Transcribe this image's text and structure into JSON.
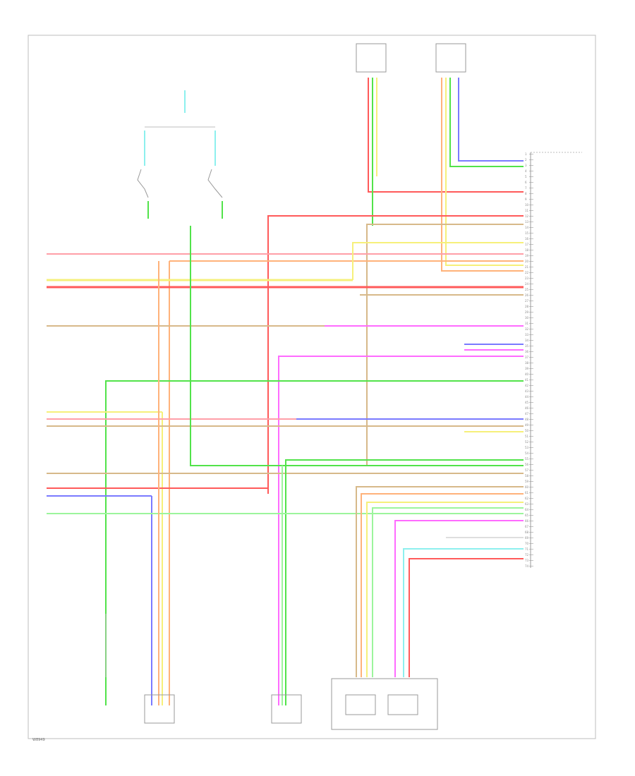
{
  "diagram": {
    "corner_code": "W8949",
    "module_title": "",
    "module_pins": [
      "1",
      "2",
      "3",
      "4",
      "5",
      "6",
      "7",
      "8",
      "9",
      "10",
      "11",
      "12",
      "13",
      "14",
      "15",
      "16",
      "17",
      "18",
      "19",
      "20",
      "21",
      "22",
      "23",
      "24",
      "25",
      "26",
      "27",
      "28",
      "29",
      "30",
      "31",
      "32",
      "33",
      "34",
      "35",
      "36",
      "37",
      "38",
      "39",
      "40",
      "41",
      "42",
      "43",
      "44",
      "45",
      "46",
      "47",
      "48",
      "49",
      "50",
      "51",
      "52",
      "53",
      "54",
      "55",
      "56",
      "57",
      "58",
      "59",
      "60",
      "61",
      "62",
      "63",
      "64",
      "65",
      "66",
      "67",
      "68",
      "69",
      "70",
      "71",
      "72",
      "73",
      "74"
    ],
    "colors": {
      "red": "#ff5a5a",
      "pink": "#ff9fa8",
      "yellow": "#f6f07a",
      "green": "#52e34a",
      "tan": "#d7b98a",
      "orange": "#ffb27a",
      "blue": "#7a7aff",
      "violet": "#ff6bff",
      "light_green": "#9cf59c",
      "cyan": "#8df0ee",
      "gray": "#bdbdbd"
    }
  }
}
